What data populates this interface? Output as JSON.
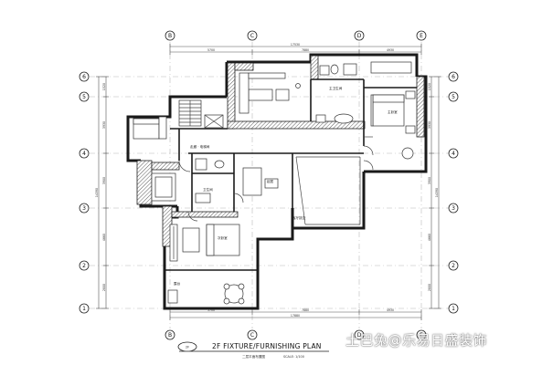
{
  "drawing": {
    "title": "2F FIXTURE/FURNISHING PLAN",
    "subtitle": "二层平面布置图",
    "scale": "SCALE: 1/100",
    "sheet_tag": "2F"
  },
  "grid_columns": [
    "B",
    "C",
    "D",
    "E"
  ],
  "grid_rows": [
    "6",
    "5",
    "4",
    "3",
    "2",
    "1"
  ],
  "dimensions": {
    "top_total": "17530",
    "top_parts": [
      "5700",
      "7880",
      "4930"
    ],
    "bottom_total": "17880",
    "bottom_parts": [
      "5700",
      "7880",
      "4930"
    ],
    "left_total": "14390",
    "left_parts": [
      "1520",
      "3930",
      "3900",
      "4660",
      "2800"
    ],
    "right_total": "14390",
    "right_parts": [
      "1520",
      "3930",
      "3900",
      "4660",
      "2800"
    ]
  },
  "rooms": {
    "master_bath": "主卫生间",
    "master_bedroom": "主卧室",
    "corridor": "走廊 · 电梯间",
    "bath_2": "卫生间",
    "living": "起居",
    "bedroom_2": "次卧室",
    "balcony": "露台",
    "void": "客厅挑空"
  },
  "watermark": "土巴兔@乐易日盛装饰"
}
